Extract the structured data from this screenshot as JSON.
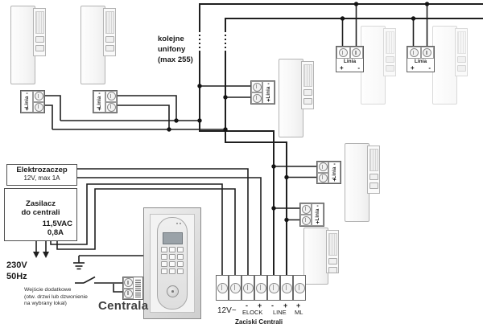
{
  "bus_note": {
    "line1": "kolejne",
    "line2": "unifony",
    "line3": "(max 255)"
  },
  "electric_strike": {
    "title": "Elektrozaczep",
    "subtitle": "12V, max 1A"
  },
  "power_supply": {
    "line1": "Zasilacz",
    "line2": "do centrali",
    "rating_line1": "11,5VAC",
    "rating_line2": "0,8A"
  },
  "mains": {
    "line1": "230V",
    "line2": "50Hz"
  },
  "aux_input": {
    "line1": "Wejście dodatkowe",
    "line2": "(otw. drzwi lub dzwonienie",
    "line3": "na wybrany lokal)"
  },
  "central_unit_label": "Centrala",
  "connector": {
    "label": "Linia",
    "plus": "+",
    "minus": "-"
  },
  "terminal_strip": {
    "supply": "12V~",
    "elock": "ELOCK",
    "line": "LINE",
    "ml": "ML",
    "sign_minus": "-",
    "sign_plus": "+",
    "caption": "Zaciski Centrali"
  },
  "colors": {
    "wire": "#1f1f1f",
    "box_border": "#4f4f4f",
    "lcd": "#9aa2a8",
    "background": "#ffffff"
  }
}
